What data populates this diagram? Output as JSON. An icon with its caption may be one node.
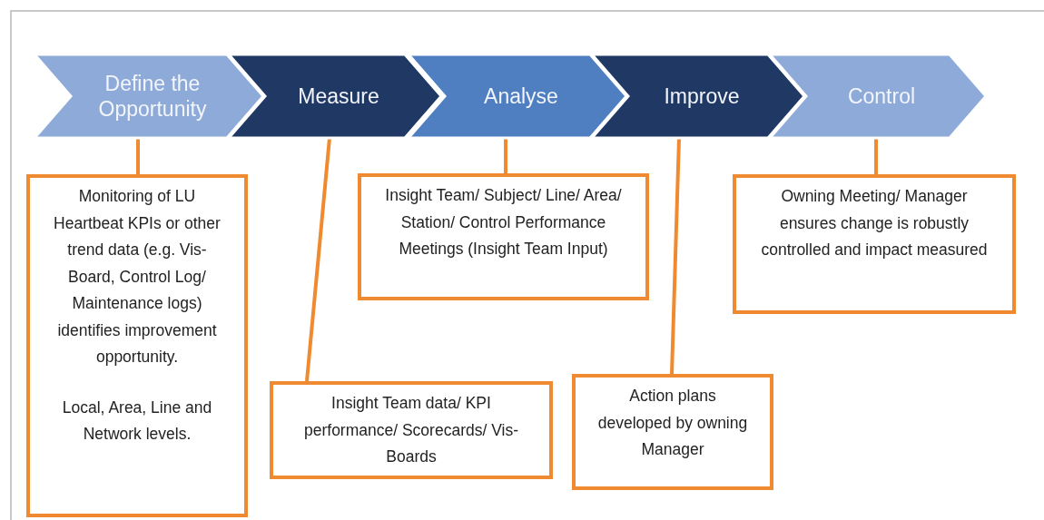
{
  "diagram": {
    "nodes": [
      {
        "text": [
          "Define the Opportunity"
        ]
      },
      {
        "text": [
          "Measure"
        ]
      },
      {
        "text": [
          "Analyse"
        ]
      },
      {
        "text": [
          "Improve"
        ]
      },
      {
        "text": [
          "Control"
        ]
      },
      {
        "text": [
          "Monitoring of LU Heartbeat KPIs or other trend data (e.g. Vis-Board, Control Log/ Maintenance logs) identifies improvement opportunity.",
          "Local, Area, Line and Network levels."
        ]
      },
      {
        "text": [
          "Insight Team data/  KPI performance/ Scorecards/ Vis-Boards"
        ]
      },
      {
        "text": [
          "Insight Team/ Subject/ Line/ Area/ Station/ Control Performance Meetings (Insight Team Input)"
        ]
      },
      {
        "text": [
          "Action plans developed by owning Manager"
        ]
      },
      {
        "text": [
          "Owning Meeting/ Manager ensures change is robustly controlled and impact measured"
        ]
      }
    ],
    "edges": [
      {
        "from": 0,
        "to": 5,
        "arrow": "none"
      },
      {
        "from": 1,
        "to": 6,
        "arrow": "none"
      },
      {
        "from": 2,
        "to": 7,
        "arrow": "none"
      },
      {
        "from": 3,
        "to": 8,
        "arrow": "none"
      },
      {
        "from": 4,
        "to": 9,
        "arrow": "none"
      }
    ]
  }
}
